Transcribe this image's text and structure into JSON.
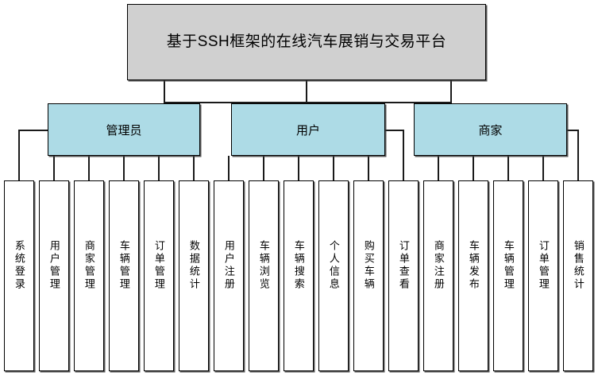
{
  "diagram": {
    "type": "hierarchy-tree",
    "title_node": {
      "label": "基于SSH框架的在线汽车展销与交易平台",
      "fill_color": "#d0d0d0"
    },
    "branch_fill_color": "#addbe6",
    "leaf_fill_color": "#ffffff",
    "line_color": "#1a1a1a",
    "branches": [
      {
        "label": "管理员",
        "leaves": [
          {
            "label": "系统登录"
          },
          {
            "label": "用户管理"
          },
          {
            "label": "商家管理"
          },
          {
            "label": "车辆管理"
          },
          {
            "label": "订单管理"
          },
          {
            "label": "数据统计"
          }
        ]
      },
      {
        "label": "用户",
        "leaves": [
          {
            "label": "用户注册"
          },
          {
            "label": "车辆浏览"
          },
          {
            "label": "车辆搜索"
          },
          {
            "label": "个人信息"
          },
          {
            "label": "购买车辆"
          },
          {
            "label": "订单查看"
          }
        ]
      },
      {
        "label": "商家",
        "leaves": [
          {
            "label": "商家注册"
          },
          {
            "label": "车辆发布"
          },
          {
            "label": "车辆管理"
          },
          {
            "label": "订单管理"
          },
          {
            "label": "销售统计"
          }
        ]
      }
    ]
  }
}
